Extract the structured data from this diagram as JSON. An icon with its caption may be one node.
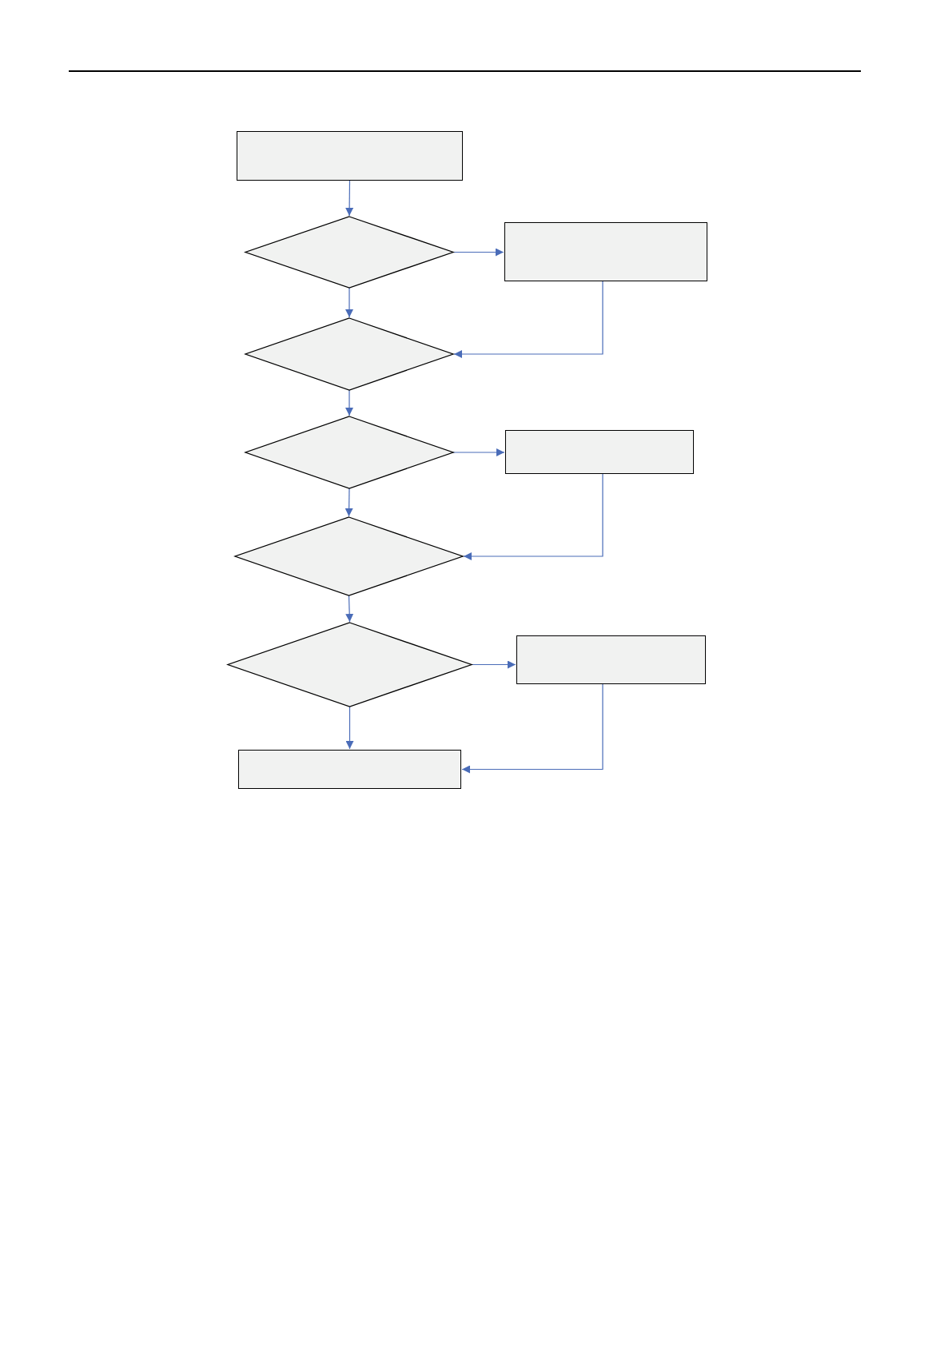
{
  "diagram": {
    "nodes": [
      {
        "text": [],
        "shape": "box"
      },
      {
        "text": [],
        "shape": "diamond"
      },
      {
        "text": [],
        "shape": "box"
      },
      {
        "text": [],
        "shape": "diamond"
      },
      {
        "text": [],
        "shape": "diamond"
      },
      {
        "text": [],
        "shape": "box"
      },
      {
        "text": [],
        "shape": "diamond"
      },
      {
        "text": [],
        "shape": "diamond"
      },
      {
        "text": [],
        "shape": "box"
      },
      {
        "text": [],
        "shape": "box"
      }
    ],
    "edges": [
      {
        "from": 0,
        "to": 1,
        "arrow": "to"
      },
      {
        "from": 1,
        "to": 2,
        "arrow": "to"
      },
      {
        "from": 1,
        "to": 3,
        "arrow": "to"
      },
      {
        "from": 2,
        "to": 3,
        "arrow": "to"
      },
      {
        "from": 3,
        "to": 4,
        "arrow": "to"
      },
      {
        "from": 4,
        "to": 5,
        "arrow": "to"
      },
      {
        "from": 4,
        "to": 6,
        "arrow": "to"
      },
      {
        "from": 5,
        "to": 6,
        "arrow": "to"
      },
      {
        "from": 6,
        "to": 7,
        "arrow": "to"
      },
      {
        "from": 7,
        "to": 8,
        "arrow": "to"
      },
      {
        "from": 7,
        "to": 9,
        "arrow": "to"
      },
      {
        "from": 8,
        "to": 9,
        "arrow": "to"
      }
    ]
  }
}
